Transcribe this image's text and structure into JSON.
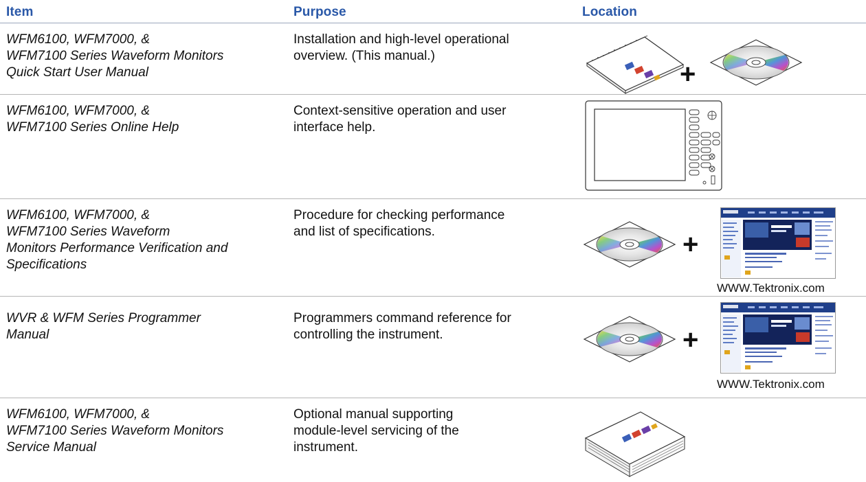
{
  "headers": {
    "item": "Item",
    "purpose": "Purpose",
    "location": "Location"
  },
  "rows": [
    {
      "item": [
        "WFM6100, WFM7000, &",
        "WFM7100 Series Waveform Monitors",
        "Quick Start User Manual"
      ],
      "purpose": [
        "Installation and high-level operational",
        "overview. (This manual.)"
      ],
      "location": {
        "icons": [
          "book-icon",
          "cd-icon"
        ],
        "plus": "+"
      }
    },
    {
      "item": [
        "WFM6100, WFM7000, &",
        "WFM7100 Series Online Help"
      ],
      "purpose": [
        "Context-sensitive operation and user",
        "interface help."
      ],
      "location": {
        "icons": [
          "instrument-panel-icon"
        ]
      }
    },
    {
      "item": [
        "WFM6100, WFM7000, &",
        "WFM7100 Series Waveform",
        "Monitors Performance Verification and",
        "Specifications"
      ],
      "purpose": [
        "Procedure for checking performance",
        "and list of specifications."
      ],
      "location": {
        "icons": [
          "cd-icon",
          "webpage-icon"
        ],
        "plus": "+",
        "caption": "WWW.Tektronix.com"
      }
    },
    {
      "item": [
        "WVR & WFM Series Programmer",
        "Manual"
      ],
      "purpose": [
        "Programmers command reference for",
        "controlling the instrument."
      ],
      "location": {
        "icons": [
          "cd-icon",
          "webpage-icon"
        ],
        "plus": "+",
        "caption": "WWW.Tektronix.com"
      }
    },
    {
      "item": [
        "WFM6100, WFM7000, &",
        "WFM7100 Series Waveform Monitors",
        "Service Manual"
      ],
      "purpose": [
        "Optional manual supporting",
        "module-level servicing of the",
        "instrument."
      ],
      "location": {
        "icons": [
          "binder-icon"
        ]
      }
    }
  ],
  "colors": {
    "header": "#2a58a8",
    "rule": "#b5b5b5"
  }
}
